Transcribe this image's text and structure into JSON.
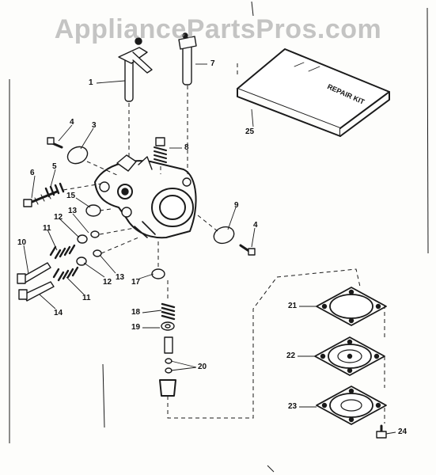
{
  "watermark": "AppliancePartsPros.com",
  "kit_label": "REPAIR KIT",
  "callouts": [
    "1",
    "7",
    "25",
    "4",
    "3",
    "8",
    "6",
    "5",
    "15",
    "9",
    "4",
    "13",
    "12",
    "11",
    "10",
    "13",
    "12",
    "11",
    "14",
    "17",
    "18",
    "19",
    "20",
    "21",
    "22",
    "23",
    "24"
  ],
  "colors": {
    "ink": "#1a1a1a",
    "paper": "#fdfdfb",
    "watermark": "#969696"
  }
}
